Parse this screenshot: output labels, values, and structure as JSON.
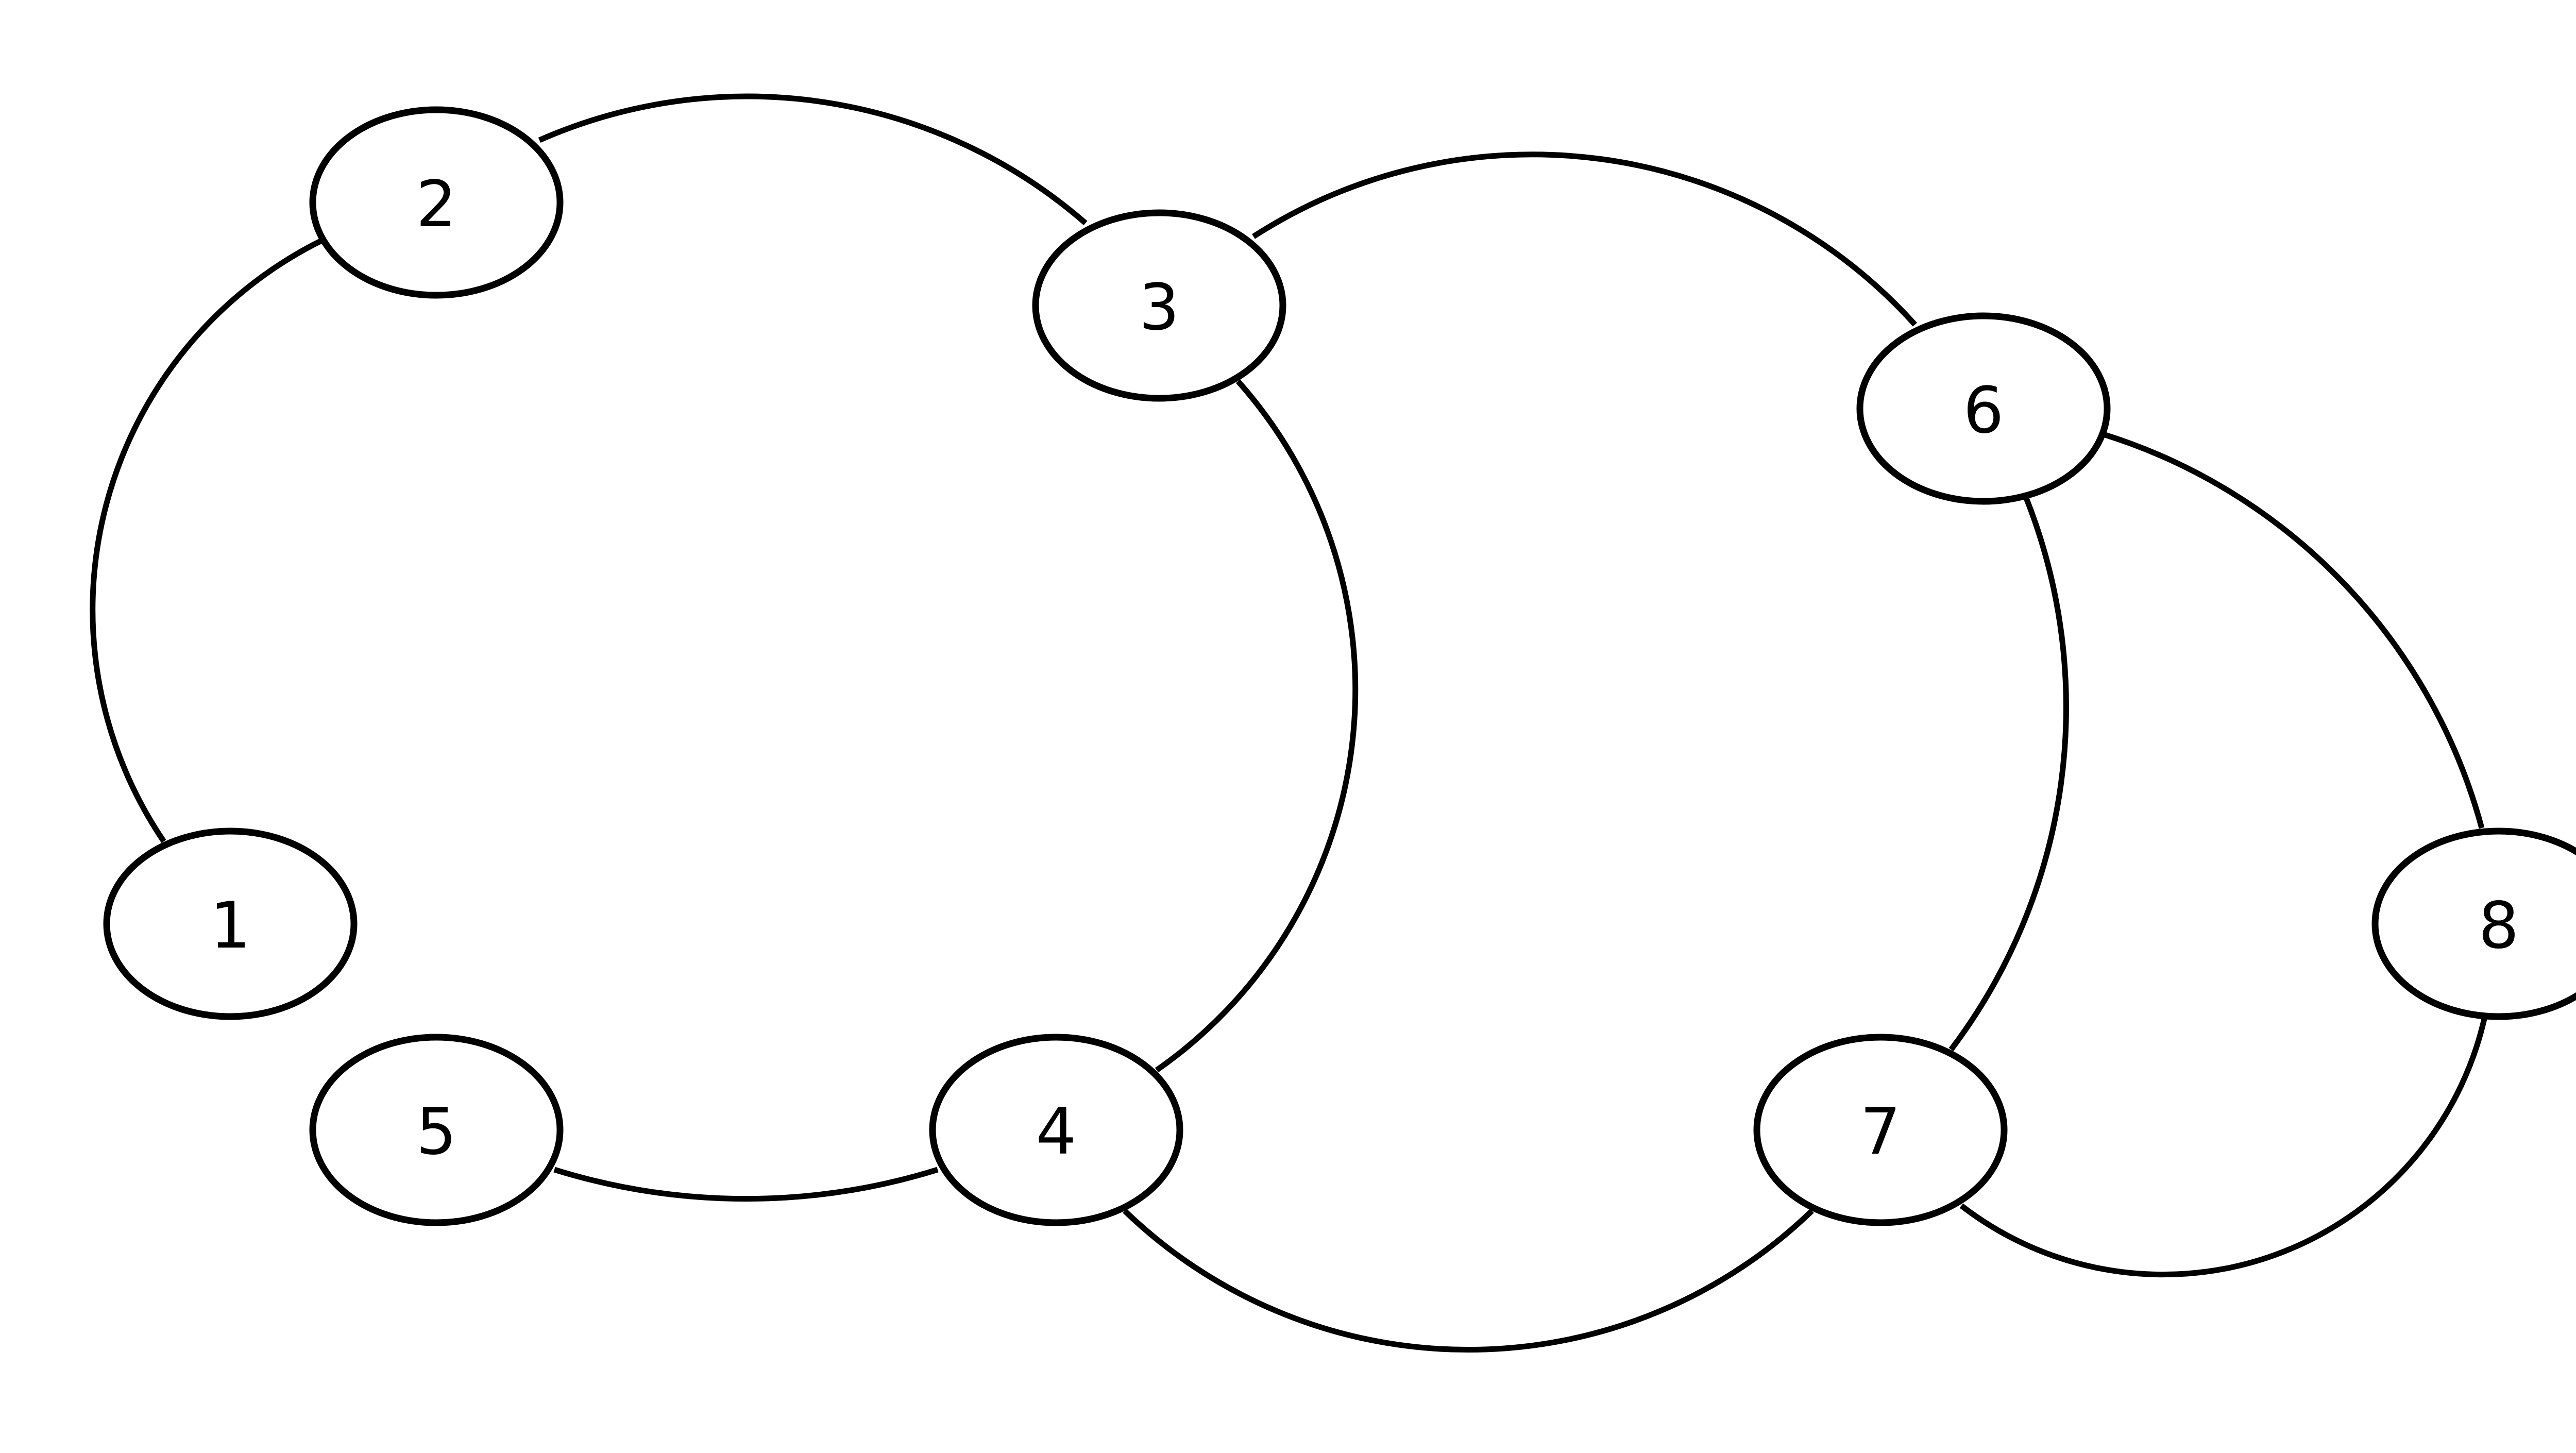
{
  "graph": {
    "nodes": [
      {
        "id": "1",
        "label": "1"
      },
      {
        "id": "2",
        "label": "2"
      },
      {
        "id": "3",
        "label": "3"
      },
      {
        "id": "4",
        "label": "4"
      },
      {
        "id": "5",
        "label": "5"
      },
      {
        "id": "6",
        "label": "6"
      },
      {
        "id": "7",
        "label": "7"
      },
      {
        "id": "8",
        "label": "8"
      }
    ],
    "edges": [
      {
        "from": "1",
        "to": "2"
      },
      {
        "from": "2",
        "to": "3"
      },
      {
        "from": "3",
        "to": "4"
      },
      {
        "from": "3",
        "to": "6"
      },
      {
        "from": "4",
        "to": "5"
      },
      {
        "from": "4",
        "to": "7"
      },
      {
        "from": "6",
        "to": "7"
      },
      {
        "from": "6",
        "to": "8"
      },
      {
        "from": "7",
        "to": "8"
      }
    ],
    "style": {
      "node_fill": "#ffffff",
      "stroke_color": "#000000"
    }
  }
}
